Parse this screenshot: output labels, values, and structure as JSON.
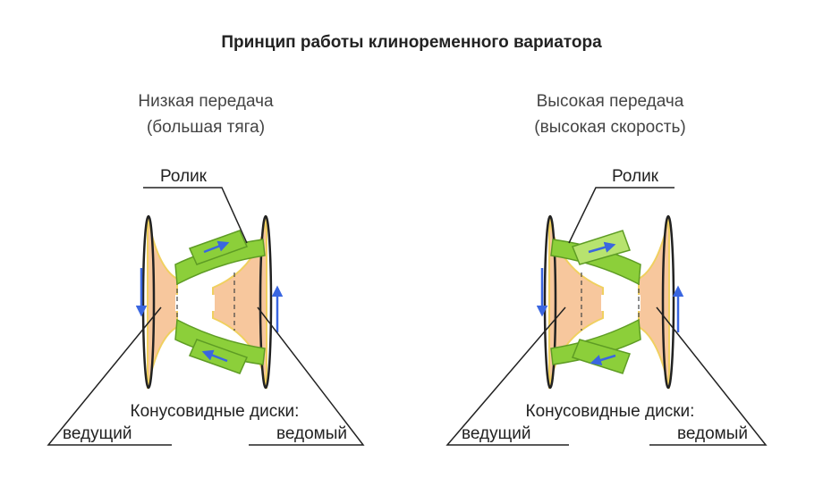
{
  "title": "Принцип работы клиноременного вариатора",
  "panels": [
    {
      "mode_line1": "Низкая передача",
      "mode_line2": "(большая тяга)",
      "roller_label": "Ролик",
      "discs_label": "Конусовидные диски:",
      "driving_label": "ведущий",
      "driven_label": "ведомый"
    },
    {
      "mode_line1": "Высокая передача",
      "mode_line2": "(высокая скорость)",
      "roller_label": "Ролик",
      "discs_label": "Конусовидные диски:",
      "driving_label": "ведущий",
      "driven_label": "ведомый"
    }
  ],
  "colors": {
    "roller_green": "#8ccf3a",
    "roller_green_light": "#b7e36f",
    "cone_fill": "#f7c79d",
    "cone_edge": "#f0d060",
    "arrow_blue": "#3a66e0",
    "line": "#222222"
  }
}
